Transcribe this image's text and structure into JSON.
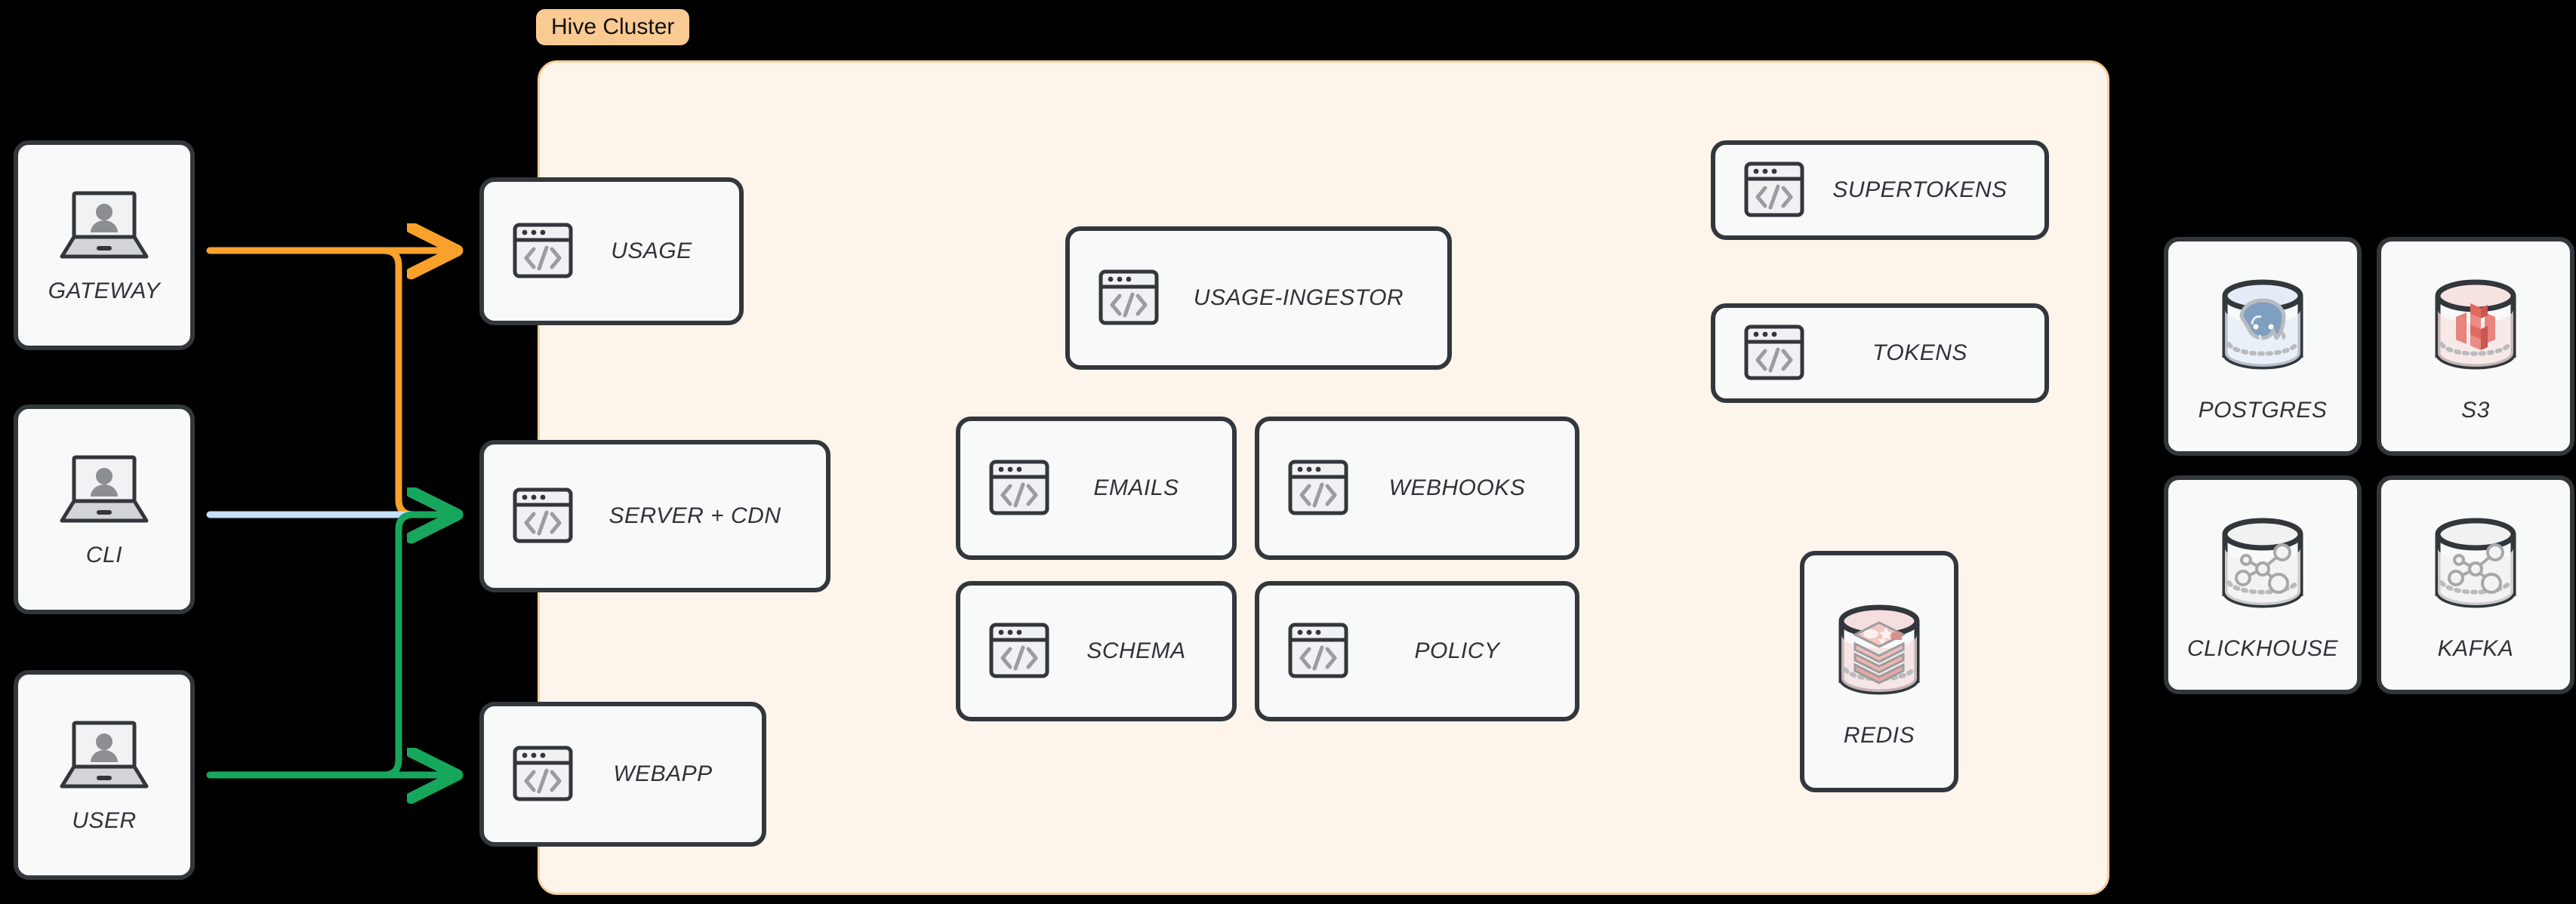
{
  "cluster": {
    "badge_label": "Hive Cluster",
    "panel_bg": "#fdf4ec",
    "panel_border": "#f8cf9a",
    "badge_bg": "#f9ca92"
  },
  "clients": [
    {
      "id": "gateway",
      "label": "GATEWAY",
      "icon": "laptop-icon"
    },
    {
      "id": "cli",
      "label": "CLI",
      "icon": "laptop-icon"
    },
    {
      "id": "user",
      "label": "USER",
      "icon": "laptop-icon"
    }
  ],
  "edge_services": [
    {
      "id": "usage",
      "label": "USAGE",
      "icon": "code-window-icon"
    },
    {
      "id": "server-cdn",
      "label": "SERVER + CDN",
      "icon": "code-window-icon"
    },
    {
      "id": "webapp",
      "label": "WEBAPP",
      "icon": "code-window-icon"
    }
  ],
  "core_services": [
    {
      "id": "usage-ingestor",
      "label": "USAGE-INGESTOR",
      "icon": "code-window-icon"
    },
    {
      "id": "emails",
      "label": "EMAILS",
      "icon": "code-window-icon"
    },
    {
      "id": "webhooks",
      "label": "WEBHOOKS",
      "icon": "code-window-icon"
    },
    {
      "id": "schema",
      "label": "SCHEMA",
      "icon": "code-window-icon"
    },
    {
      "id": "policy",
      "label": "POLICY",
      "icon": "code-window-icon"
    }
  ],
  "auth_services": [
    {
      "id": "supertokens",
      "label": "SUPERTOKENS",
      "icon": "code-window-icon"
    },
    {
      "id": "tokens",
      "label": "TOKENS",
      "icon": "code-window-icon"
    }
  ],
  "cluster_stores": [
    {
      "id": "redis",
      "label": "REDIS",
      "icon": "redis-database-icon",
      "tint": "#f6dede"
    }
  ],
  "external_stores": [
    {
      "id": "postgres",
      "label": "POSTGRES",
      "icon": "postgres-database-icon",
      "tint": "#e4ecf7"
    },
    {
      "id": "s3",
      "label": "S3",
      "icon": "s3-database-icon",
      "tint": "#f8e3e3"
    },
    {
      "id": "clickhouse",
      "label": "CLICKHOUSE",
      "icon": "clickhouse-database-icon",
      "tint": "#f1f1f1"
    },
    {
      "id": "kafka",
      "label": "KAFKA",
      "icon": "kafka-database-icon",
      "tint": "#f1f1f1"
    }
  ],
  "connections": [
    {
      "id": "gateway-to-usage",
      "from": "GATEWAY",
      "to": "USAGE",
      "color": "#f9a12b"
    },
    {
      "id": "gateway-to-server-cdn",
      "from": "GATEWAY",
      "to": "SERVER + CDN",
      "color": "#f9a12b"
    },
    {
      "id": "cli-to-server-cdn",
      "from": "CLI",
      "to": "SERVER + CDN",
      "color": "#c5e0f7"
    },
    {
      "id": "user-to-server-cdn",
      "from": "USER",
      "to": "SERVER + CDN",
      "color": "#16a75c"
    },
    {
      "id": "user-to-webapp",
      "from": "USER",
      "to": "WEBAPP",
      "color": "#16a75c"
    }
  ],
  "palette": {
    "background": "#000000",
    "node_fill": "#f8f9f9",
    "node_stroke": "#32373c",
    "orange": "#f9a12b",
    "blue": "#c5e0f7",
    "green": "#16a75c"
  }
}
